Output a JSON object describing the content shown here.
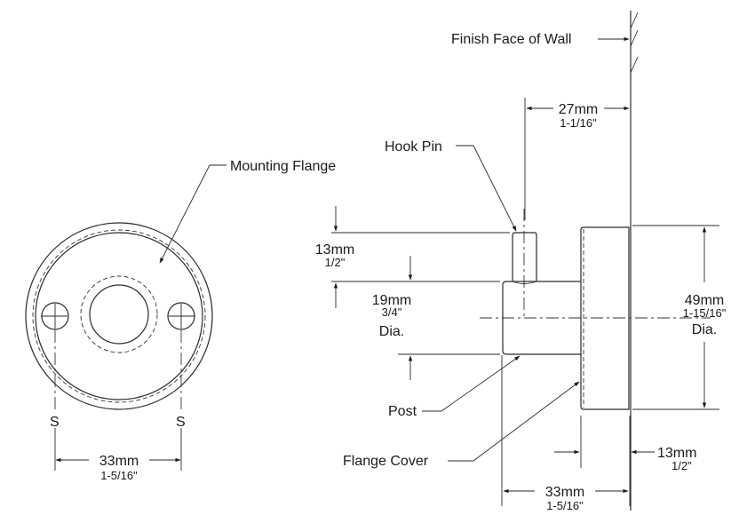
{
  "diagram": {
    "title": "Robe Hook Mounting Dimensions",
    "front_view": {
      "callout_mounting_flange": "Mounting Flange",
      "screw_label_left": "S",
      "screw_label_right": "S",
      "screw_spacing_mm": "33mm",
      "screw_spacing_in": "1-5/16\""
    },
    "side_view": {
      "callout_finish_face": "Finish Face of Wall",
      "callout_hook_pin": "Hook Pin",
      "callout_post": "Post",
      "callout_flange_cover": "Flange Cover",
      "projection_mm": "27mm",
      "projection_in": "1-1/16\"",
      "pin_height_mm": "13mm",
      "pin_height_in": "1/2\"",
      "post_dia_mm": "19mm",
      "post_dia_in": "3/4\"",
      "post_dia_suffix": "Dia.",
      "cover_dia_mm": "49mm",
      "cover_dia_in": "1-15/16\"",
      "cover_dia_suffix": "Dia.",
      "cover_depth_mm": "13mm",
      "cover_depth_in": "1/2\"",
      "overall_depth_mm": "33mm",
      "overall_depth_in": "1-5/16\""
    }
  }
}
